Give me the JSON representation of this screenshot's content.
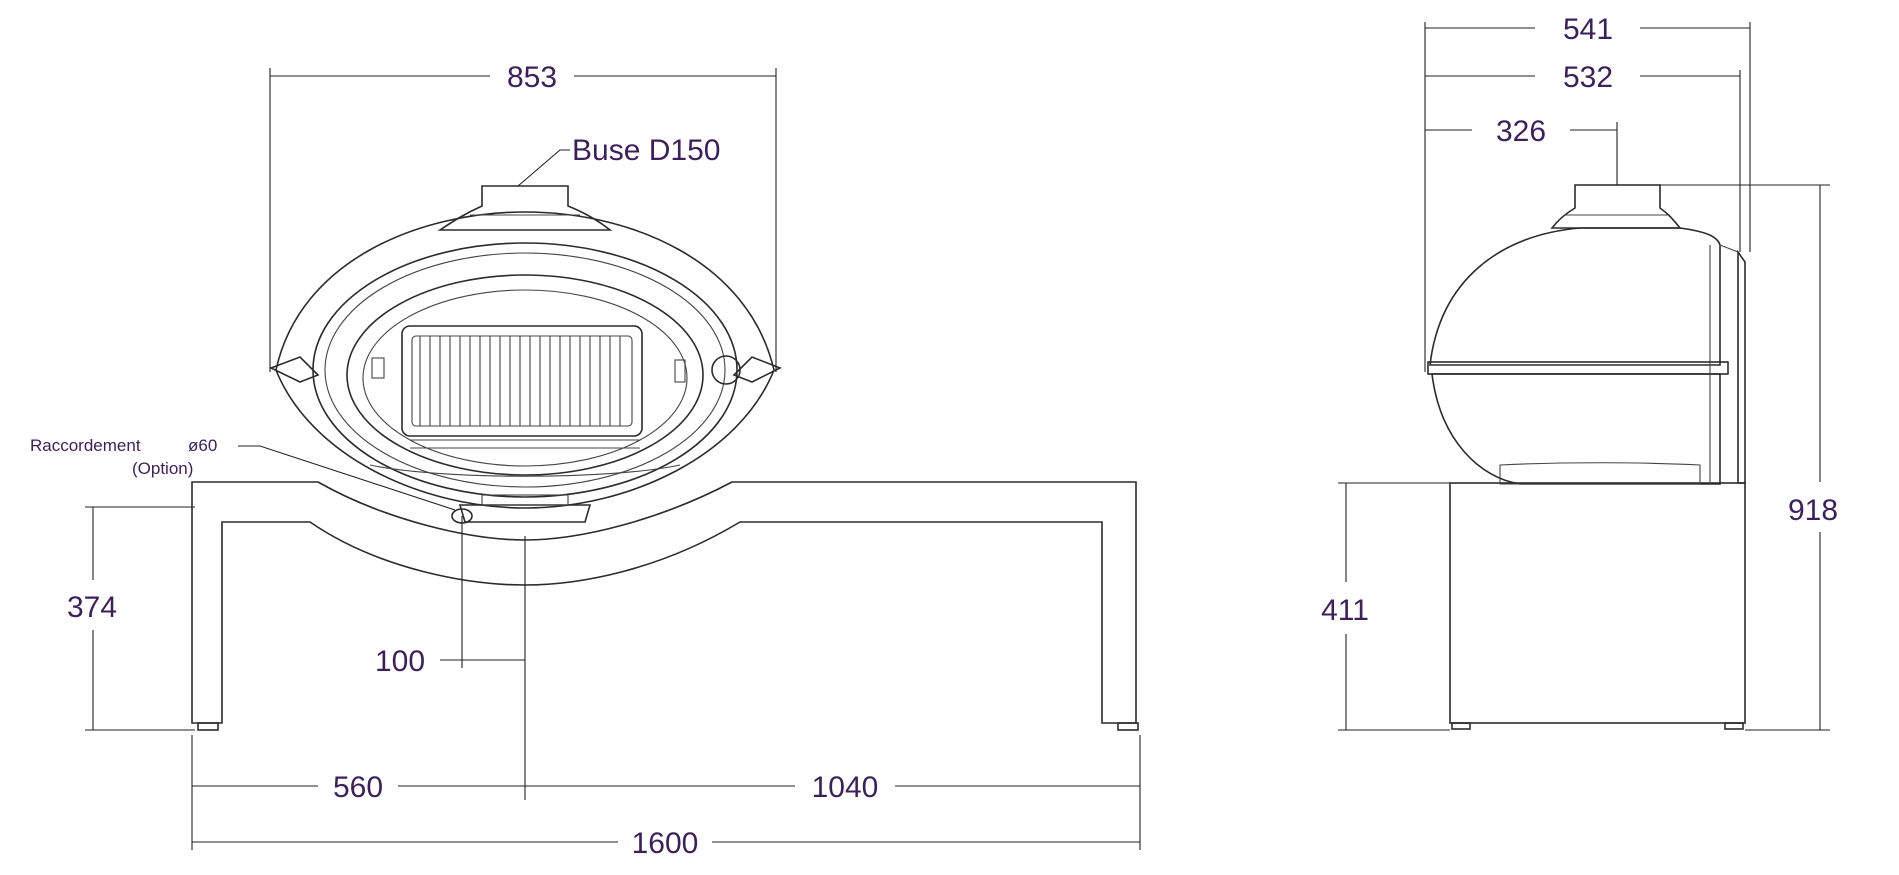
{
  "dimensions": {
    "front_width": "853",
    "flue_label": "Buse D150",
    "connection_label": "Raccordement",
    "connection_dia": "ø60",
    "connection_option": "(Option)",
    "stand_height_front": "374",
    "flue_offset": "100",
    "left_to_axis": "560",
    "axis_to_right": "1040",
    "total_width": "1600",
    "side_depth_total": "541",
    "side_depth_body": "532",
    "side_axis_depth": "326",
    "side_total_height": "918",
    "side_stand_height": "411"
  },
  "colors": {
    "line": "#2b2b2b",
    "text": "#3d1f5c"
  }
}
